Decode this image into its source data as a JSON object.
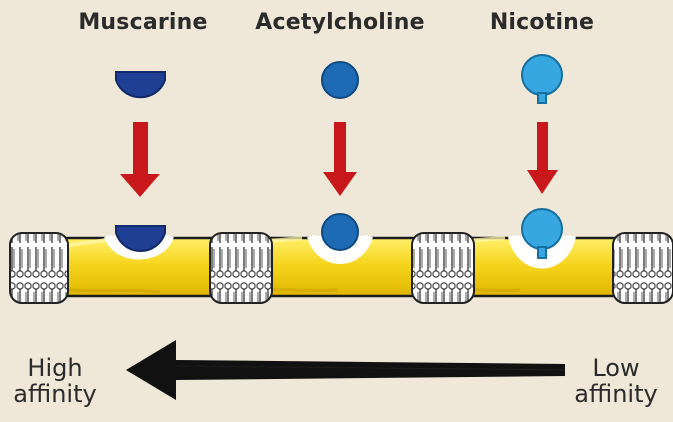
{
  "ligands": [
    {
      "name": "Muscarine",
      "shape": "half-disc",
      "color": "#1f3f95"
    },
    {
      "name": "Acetylcholine",
      "shape": "circle",
      "color": "#1d6bb4"
    },
    {
      "name": "Nicotine",
      "shape": "circle-with-stem",
      "color": "#37a7e2"
    }
  ],
  "affinity": {
    "high_line1": "High",
    "high_line2": "affinity",
    "low_line1": "Low",
    "low_line2": "affinity"
  },
  "colors": {
    "background": "#efe8d9",
    "membrane": "#f7d51f",
    "arrow": "#c8181c",
    "affinity_arrow": "#111111"
  }
}
